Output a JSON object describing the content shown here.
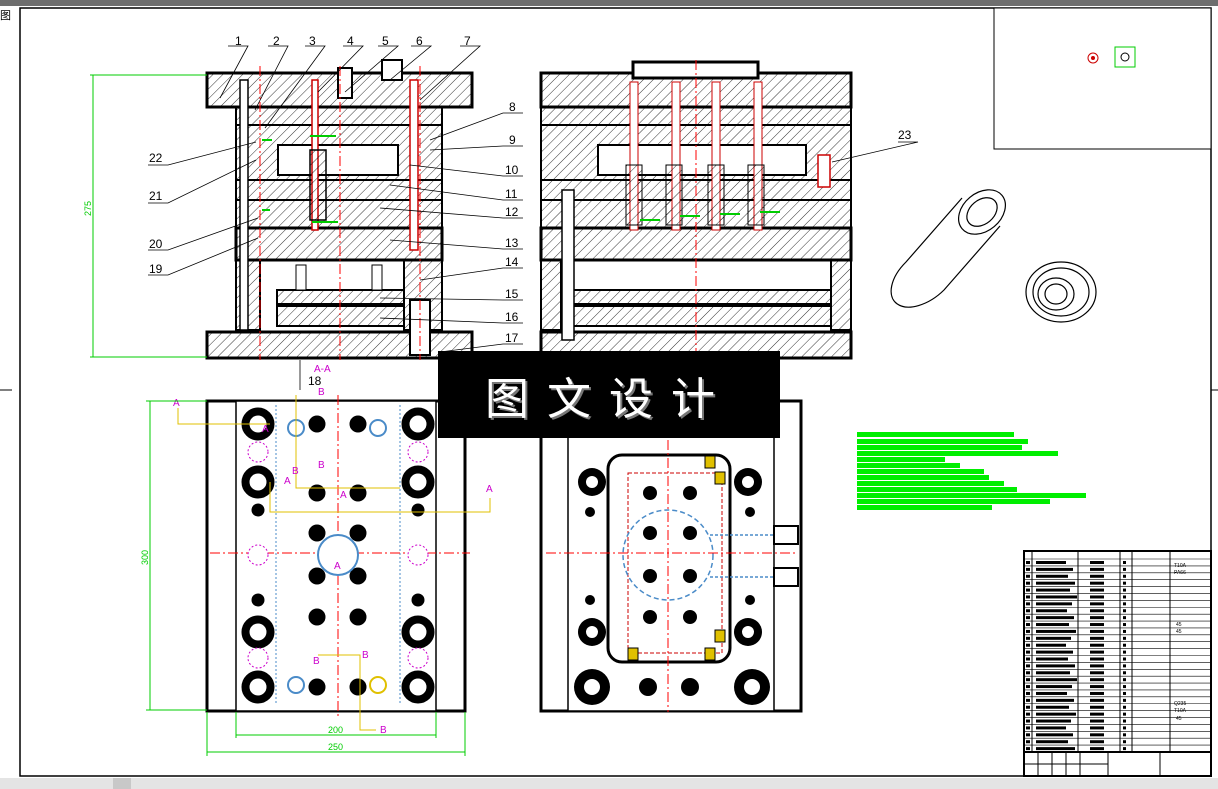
{
  "corner_glyph": "图",
  "watermark_text": "图文设计",
  "section_label": "A-A",
  "dims": {
    "height_main": "275",
    "plate_height": "300",
    "inner_width": "200",
    "outer_width": "250"
  },
  "callouts_right": [
    "1",
    "2",
    "3",
    "4",
    "5",
    "6",
    "7",
    "8",
    "9",
    "10",
    "11",
    "12",
    "13",
    "14",
    "15",
    "16",
    "17",
    "18"
  ],
  "callouts_left": [
    "22",
    "21",
    "20",
    "19"
  ],
  "callout_23": "23",
  "section_marks": [
    "A",
    "B"
  ],
  "title_block_materials": [
    "T10A",
    "PA66",
    "45",
    "45",
    "Q235",
    "T10A",
    "45"
  ],
  "colors": {
    "outline": "#000000",
    "hatch": "#000000",
    "dimension": "#00cc00",
    "centerline": "#ff0000",
    "section": "#cc00cc",
    "guide": "#e0c000",
    "ejector": "#cc0000",
    "coolant": "#4a8bc8"
  }
}
